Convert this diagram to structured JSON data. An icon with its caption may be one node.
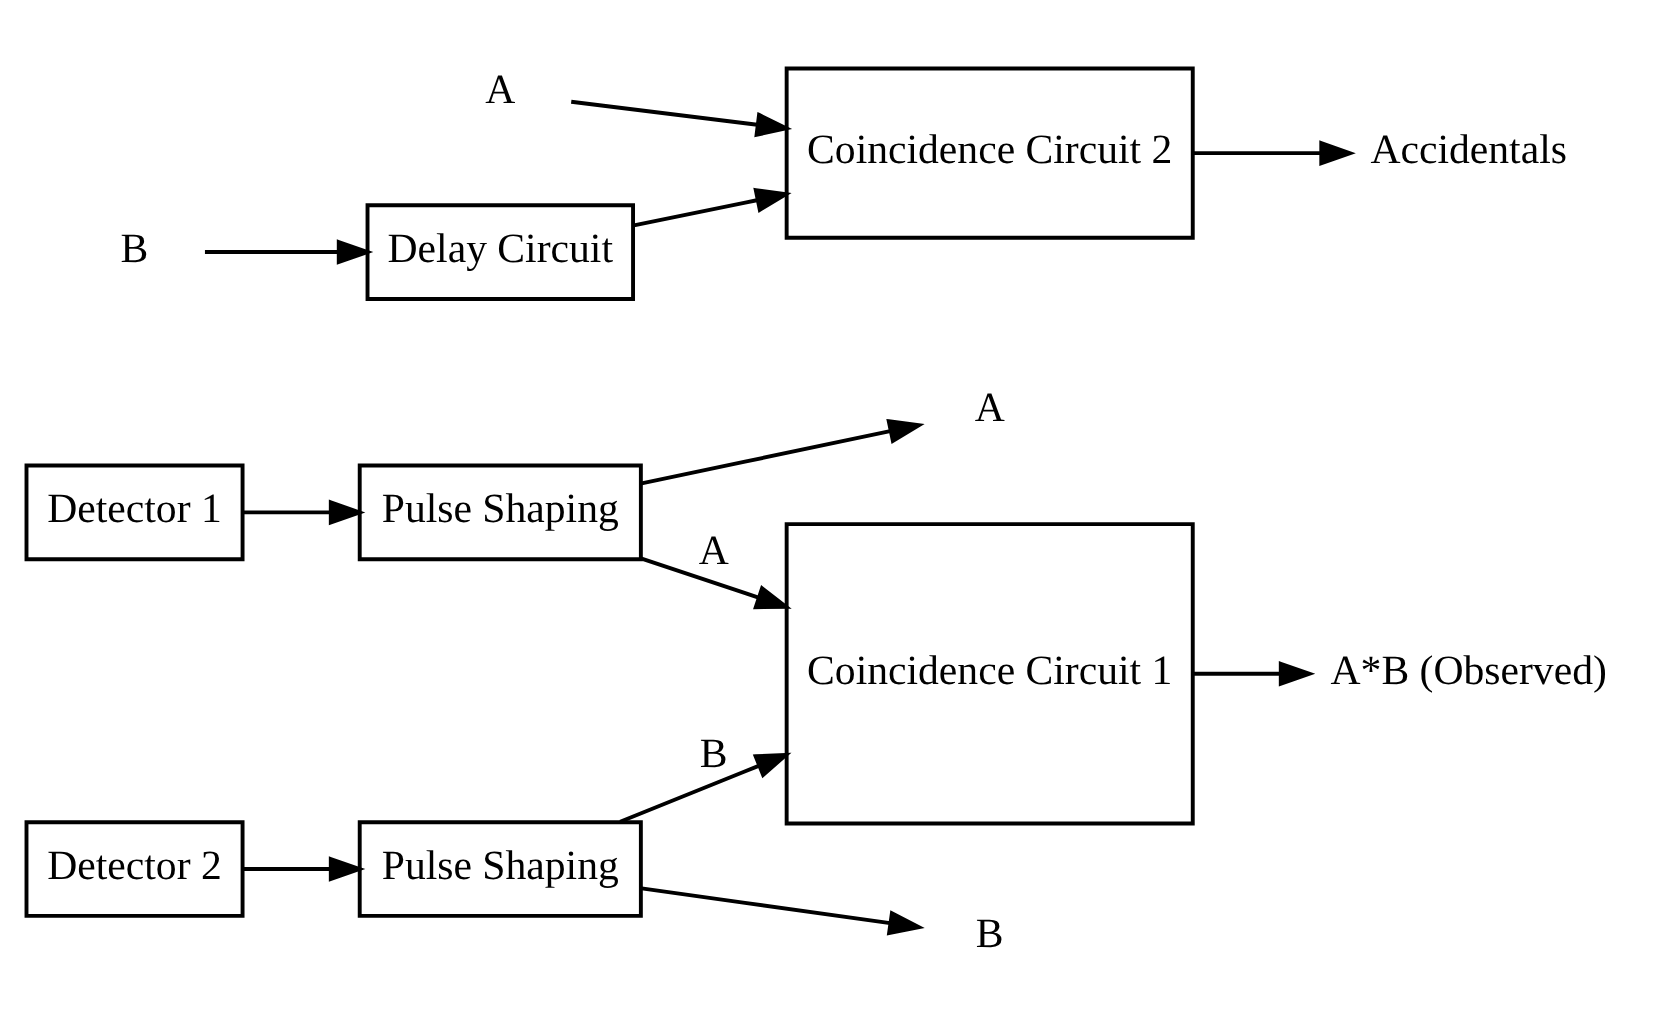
{
  "diagram": {
    "nodes": [
      {
        "text": [
          "Detector 1"
        ]
      },
      {
        "text": [
          "Pulse Shaping"
        ]
      },
      {
        "text": [
          "Detector 2"
        ]
      },
      {
        "text": [
          "Pulse Shaping"
        ]
      },
      {
        "text": [
          "Coincidence Circuit 1"
        ]
      },
      {
        "text": [
          "A"
        ]
      },
      {
        "text": [
          "B"
        ]
      },
      {
        "text": [
          "A*B (Observed)"
        ]
      },
      {
        "text": [
          "A"
        ]
      },
      {
        "text": [
          "B"
        ]
      },
      {
        "text": [
          "Delay Circuit"
        ]
      },
      {
        "text": [
          "Coincidence Circuit 2"
        ]
      },
      {
        "text": [
          "Accidentals"
        ]
      }
    ],
    "edges": [
      {
        "from": 0,
        "to": 1,
        "arrow": "to"
      },
      {
        "from": 2,
        "to": 3,
        "arrow": "to"
      },
      {
        "from": 1,
        "to": 4,
        "arrow": "to",
        "label": "A"
      },
      {
        "from": 1,
        "to": 5,
        "arrow": "to"
      },
      {
        "from": 3,
        "to": 4,
        "arrow": "to",
        "label": "B"
      },
      {
        "from": 3,
        "to": 6,
        "arrow": "to"
      },
      {
        "from": 4,
        "to": 7,
        "arrow": "to"
      },
      {
        "from": 8,
        "to": 11,
        "arrow": "to"
      },
      {
        "from": 9,
        "to": 10,
        "arrow": "to"
      },
      {
        "from": 10,
        "to": 11,
        "arrow": "to"
      },
      {
        "from": 11,
        "to": 12,
        "arrow": "to"
      }
    ]
  }
}
